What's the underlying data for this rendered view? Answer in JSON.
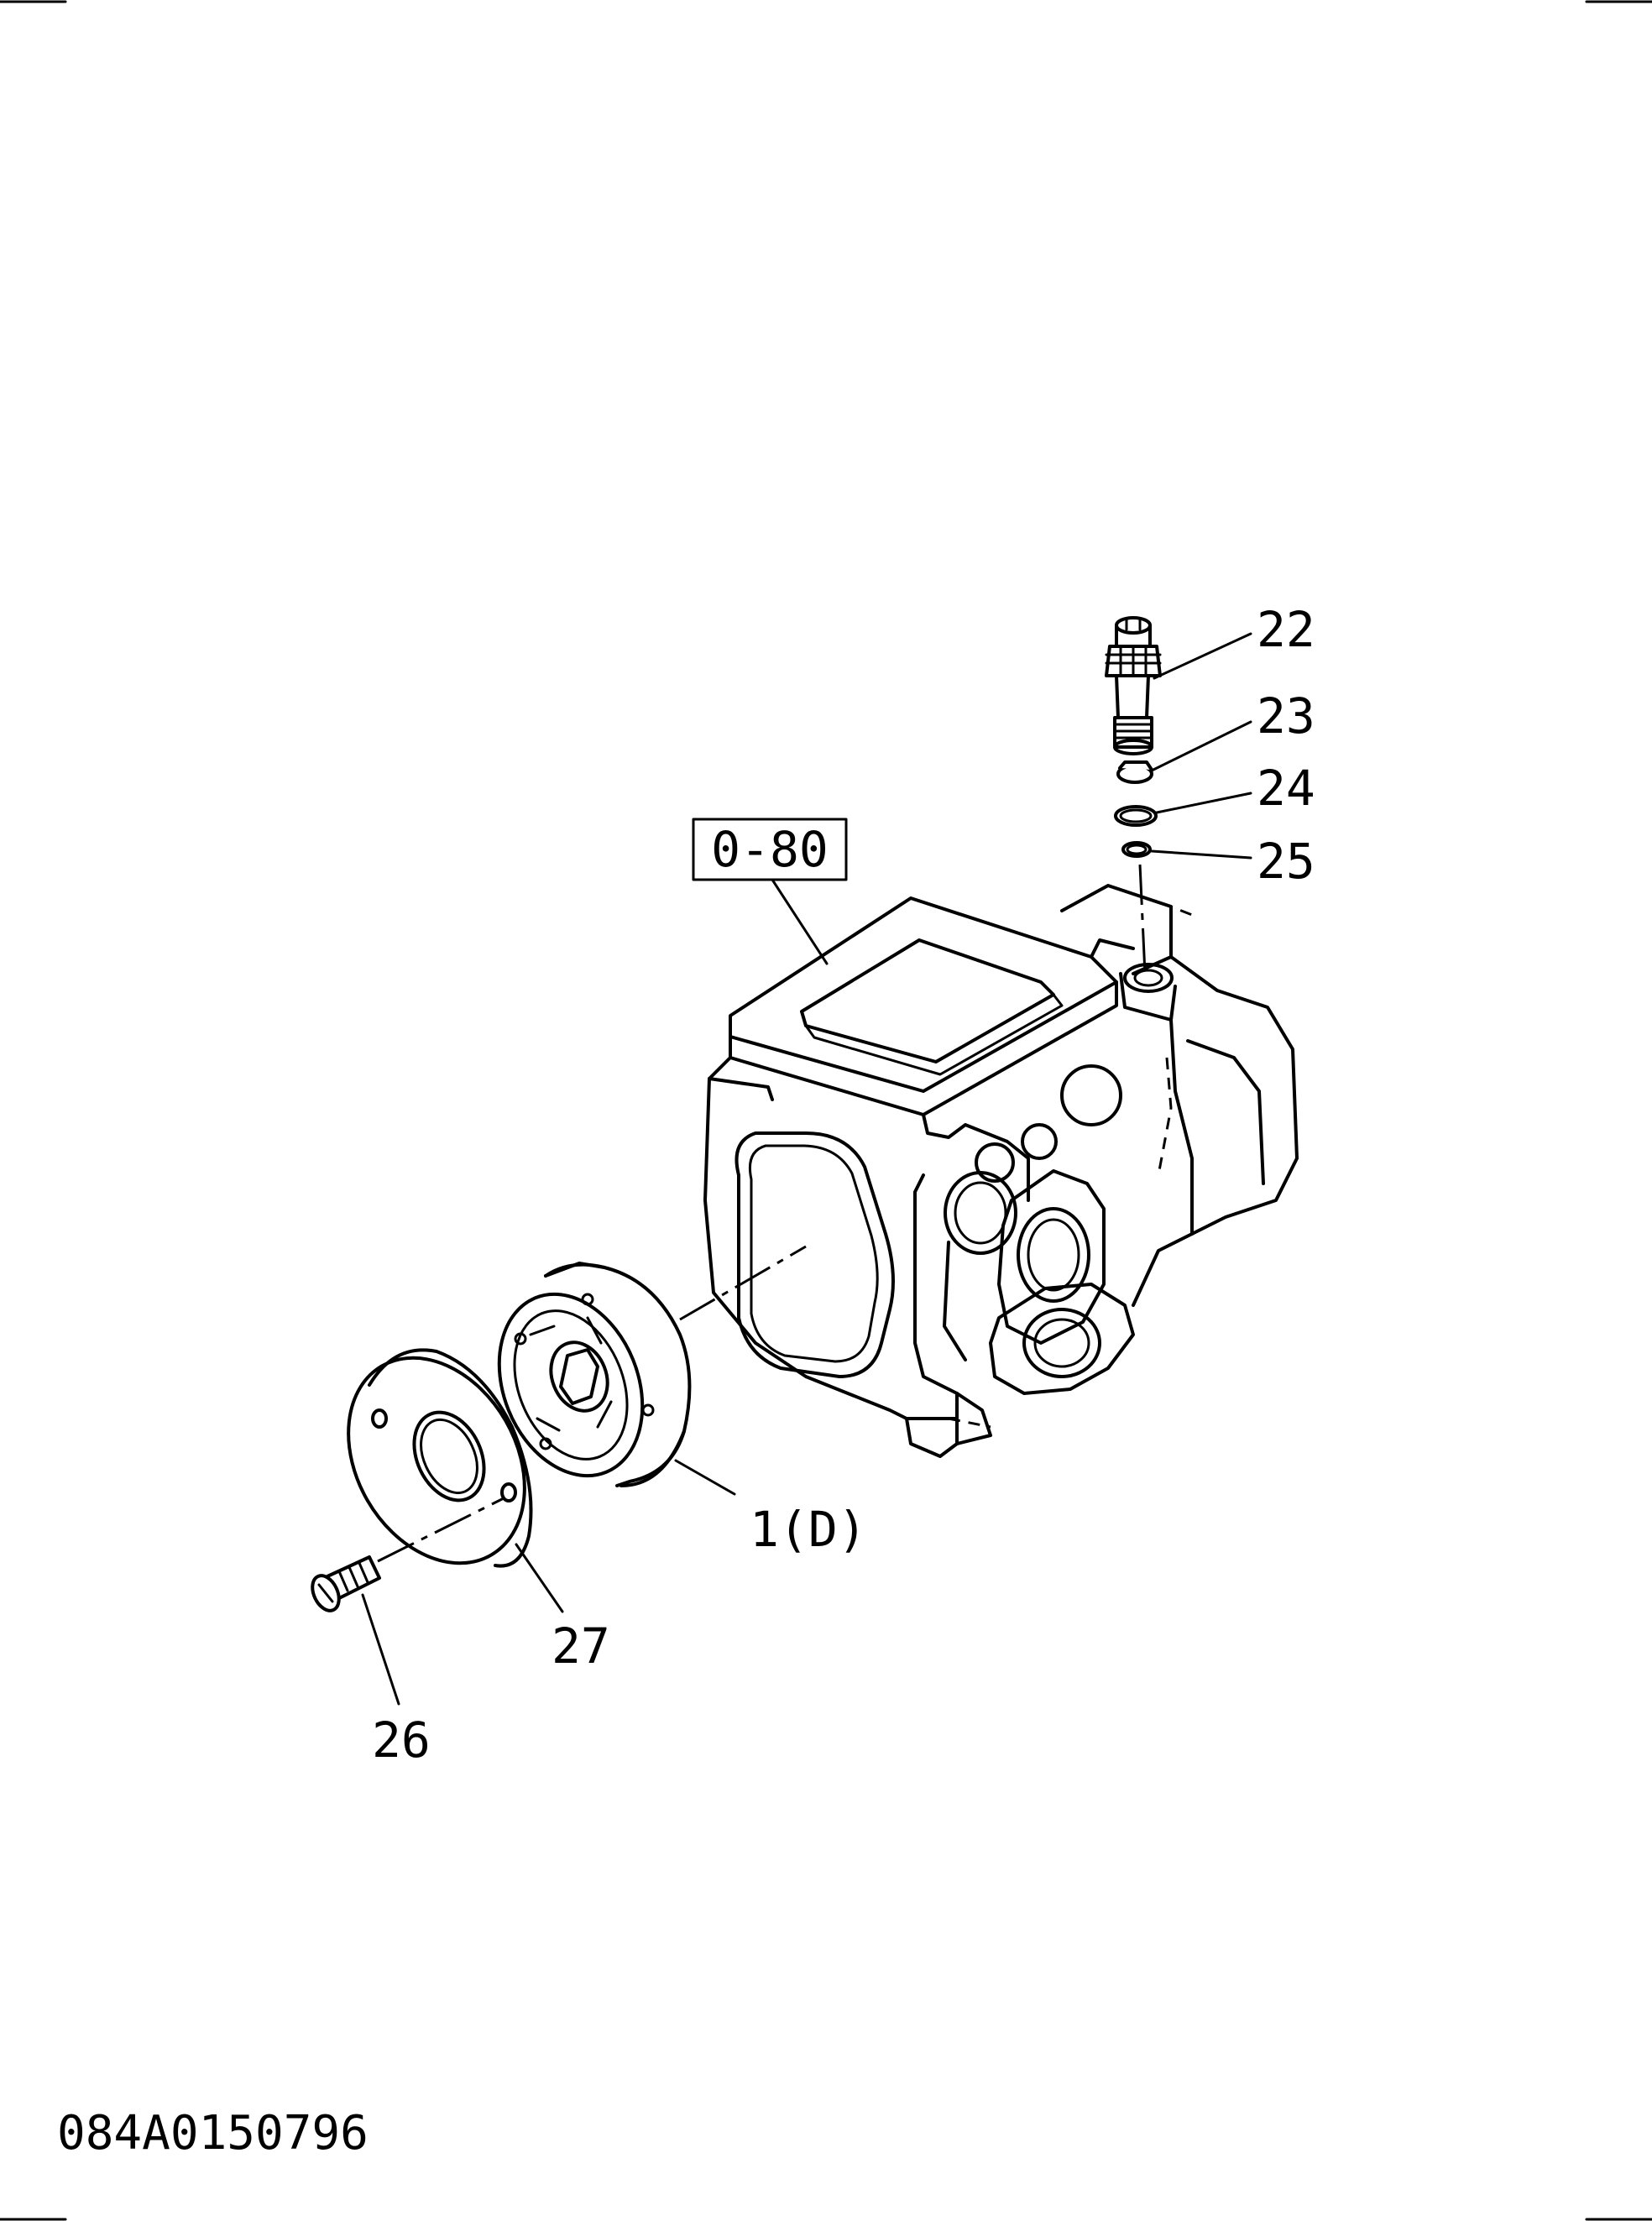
{
  "reference_box": {
    "label": "0-80"
  },
  "callouts": {
    "c22": "22",
    "c23": "23",
    "c24": "24",
    "c25": "25",
    "c1": "1(D)",
    "c27": "27",
    "c26": "26"
  },
  "drawing_code": "084A0150796",
  "parts": [
    "relief-valve",
    "snap-ring",
    "o-ring-large",
    "o-ring-small",
    "pump-housing",
    "coupling-hub",
    "cover-plate",
    "screw"
  ]
}
